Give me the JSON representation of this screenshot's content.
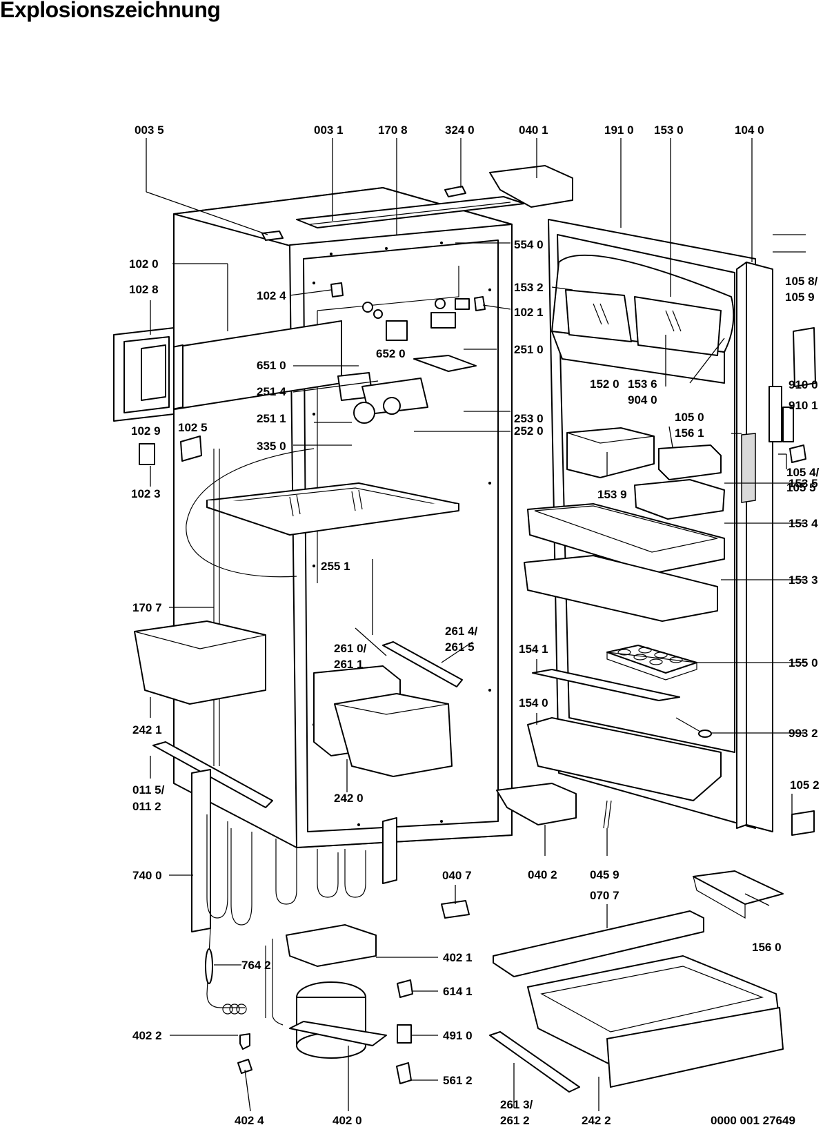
{
  "title": "Explosionszeichnung",
  "document_number": "0000 001 27649",
  "labels": [
    {
      "id": "003-5",
      "text": "003 5"
    },
    {
      "id": "003-1",
      "text": "003 1"
    },
    {
      "id": "170-8",
      "text": "170 8"
    },
    {
      "id": "324-0",
      "text": "324 0"
    },
    {
      "id": "040-1",
      "text": "040 1"
    },
    {
      "id": "191-0",
      "text": "191 0"
    },
    {
      "id": "153-0",
      "text": "153 0"
    },
    {
      "id": "104-0",
      "text": "104 0"
    },
    {
      "id": "102-0",
      "text": "102 0"
    },
    {
      "id": "102-8",
      "text": "102 8"
    },
    {
      "id": "102-4",
      "text": "102 4"
    },
    {
      "id": "102-1",
      "text": "102 1"
    },
    {
      "id": "153-2",
      "text": "153 2"
    },
    {
      "id": "105-8",
      "text": "105 8/"
    },
    {
      "id": "105-9",
      "text": "105 9"
    },
    {
      "id": "651-0",
      "text": "651 0"
    },
    {
      "id": "652-0",
      "text": "652 0"
    },
    {
      "id": "251-0",
      "text": "251 0"
    },
    {
      "id": "251-4",
      "text": "251 4"
    },
    {
      "id": "554-0",
      "text": "554 0"
    },
    {
      "id": "152-0",
      "text": "152 0"
    },
    {
      "id": "153-6",
      "text": "153 6"
    },
    {
      "id": "904-0",
      "text": "904 0"
    },
    {
      "id": "910-0",
      "text": "910 0"
    },
    {
      "id": "910-1",
      "text": "910 1"
    },
    {
      "id": "102-5",
      "text": "102 5"
    },
    {
      "id": "102-9",
      "text": "102 9"
    },
    {
      "id": "251-1",
      "text": "251 1"
    },
    {
      "id": "253-0",
      "text": "253 0"
    },
    {
      "id": "105-0",
      "text": "105 0"
    },
    {
      "id": "156-1",
      "text": "156 1"
    },
    {
      "id": "252-0",
      "text": "252 0"
    },
    {
      "id": "335-0",
      "text": "335 0"
    },
    {
      "id": "105-4",
      "text": "105 4/"
    },
    {
      "id": "105-5",
      "text": "105 5"
    },
    {
      "id": "102-3",
      "text": "102 3"
    },
    {
      "id": "153-9",
      "text": "153 9"
    },
    {
      "id": "153-5",
      "text": "153 5"
    },
    {
      "id": "153-4",
      "text": "153 4"
    },
    {
      "id": "255-1",
      "text": "255 1"
    },
    {
      "id": "153-3",
      "text": "153 3"
    },
    {
      "id": "170-7",
      "text": "170 7"
    },
    {
      "id": "261-4",
      "text": "261 4/"
    },
    {
      "id": "261-5",
      "text": "261 5"
    },
    {
      "id": "261-0",
      "text": "261 0/"
    },
    {
      "id": "261-1",
      "text": "261 1"
    },
    {
      "id": "154-1",
      "text": "154 1"
    },
    {
      "id": "155-0",
      "text": "155 0"
    },
    {
      "id": "154-0",
      "text": "154 0"
    },
    {
      "id": "242-1",
      "text": "242 1"
    },
    {
      "id": "993-2",
      "text": "993 2"
    },
    {
      "id": "105-2",
      "text": "105 2"
    },
    {
      "id": "242-0",
      "text": "242 0"
    },
    {
      "id": "011-5",
      "text": "011 5/"
    },
    {
      "id": "011-2",
      "text": "011 2"
    },
    {
      "id": "040-7",
      "text": "040 7"
    },
    {
      "id": "040-2",
      "text": "040 2"
    },
    {
      "id": "045-9",
      "text": "045 9"
    },
    {
      "id": "740-0",
      "text": "740 0"
    },
    {
      "id": "070-7",
      "text": "070 7"
    },
    {
      "id": "156-0",
      "text": "156 0"
    },
    {
      "id": "764-2",
      "text": "764 2"
    },
    {
      "id": "402-1",
      "text": "402 1"
    },
    {
      "id": "614-1",
      "text": "614 1"
    },
    {
      "id": "402-2",
      "text": "402 2"
    },
    {
      "id": "491-0",
      "text": "491 0"
    },
    {
      "id": "561-2",
      "text": "561 2"
    },
    {
      "id": "402-4",
      "text": "402 4"
    },
    {
      "id": "402-0",
      "text": "402 0"
    },
    {
      "id": "261-3",
      "text": "261 3/"
    },
    {
      "id": "261-2",
      "text": "261 2"
    },
    {
      "id": "242-2",
      "text": "242 2"
    }
  ]
}
